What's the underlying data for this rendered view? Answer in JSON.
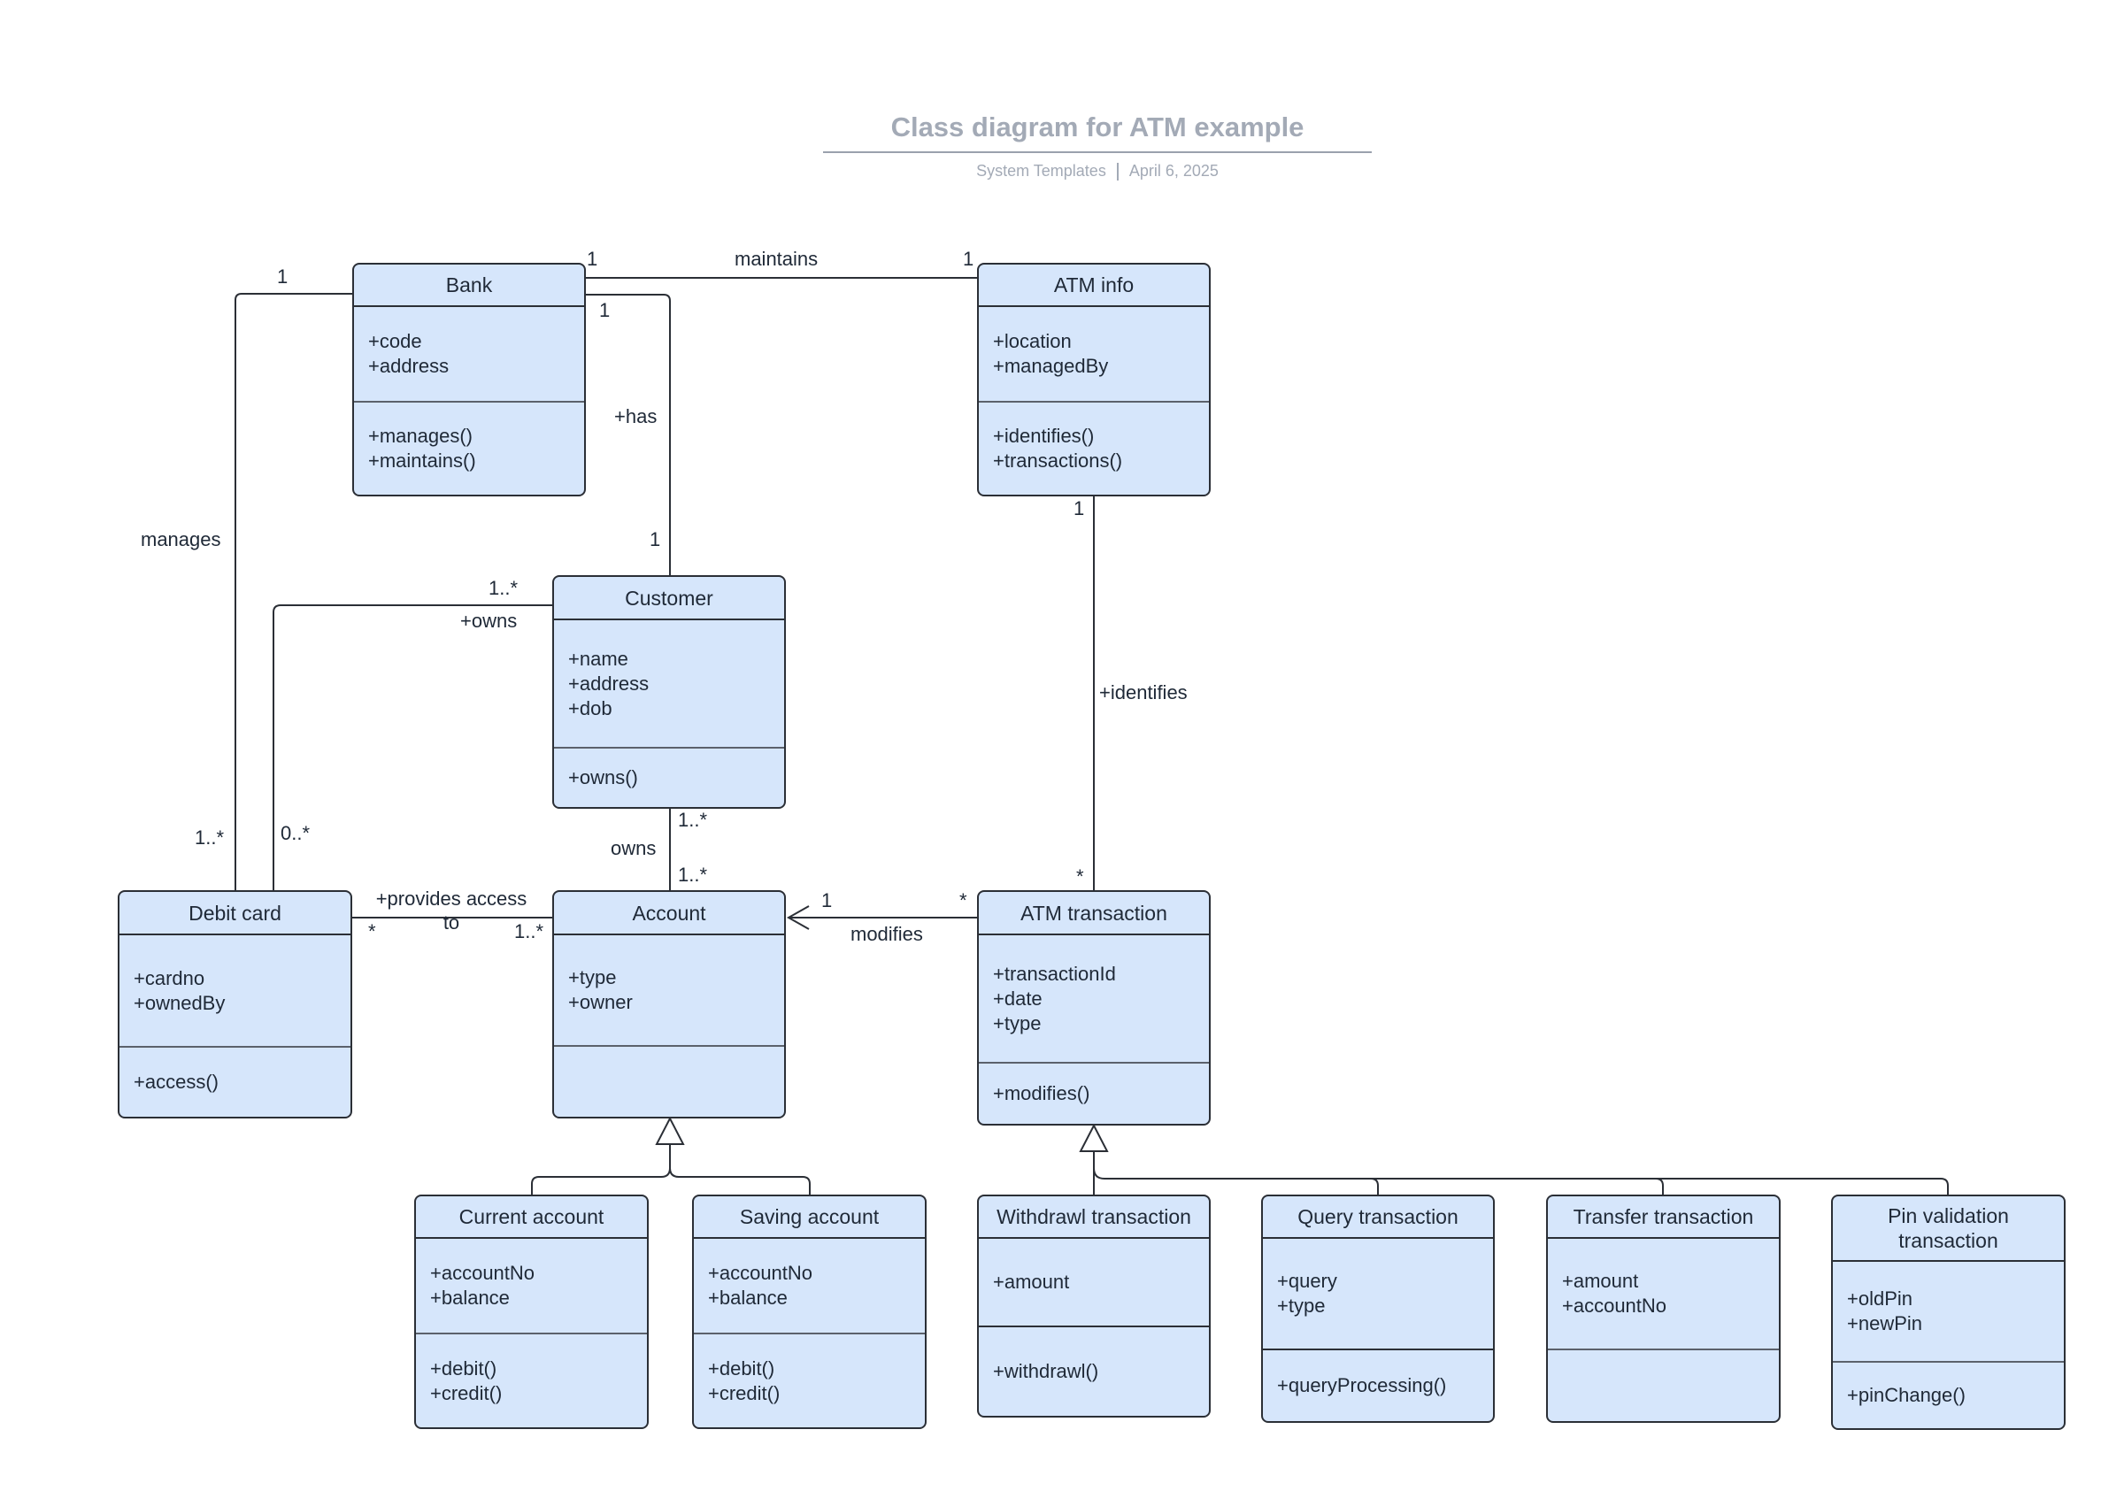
{
  "header": {
    "title": "Class diagram for ATM example",
    "source": "System Templates",
    "date": "April 6, 2025"
  },
  "colors": {
    "class_fill": "#d6e6fb",
    "border": "#2b2f36",
    "title": "#a3aab6"
  },
  "classes": {
    "bank": {
      "name": "Bank",
      "attributes": [
        "+code",
        "+address"
      ],
      "operations": [
        "+manages()",
        "+maintains()"
      ]
    },
    "atm_info": {
      "name": "ATM info",
      "attributes": [
        "+location",
        "+managedBy"
      ],
      "operations": [
        "+identifies()",
        "+transactions()"
      ]
    },
    "customer": {
      "name": "Customer",
      "attributes": [
        "+name",
        "+address",
        "+dob"
      ],
      "operations": [
        "+owns()"
      ]
    },
    "debit_card": {
      "name": "Debit card",
      "attributes": [
        "+cardno",
        "+ownedBy"
      ],
      "operations": [
        "+access()"
      ]
    },
    "account": {
      "name": "Account",
      "attributes": [
        "+type",
        "+owner"
      ],
      "operations": []
    },
    "atm_transaction": {
      "name": "ATM transaction",
      "attributes": [
        "+transactionId",
        "+date",
        "+type"
      ],
      "operations": [
        "+modifies()"
      ]
    },
    "current_account": {
      "name": "Current account",
      "attributes": [
        "+accountNo",
        "+balance"
      ],
      "operations": [
        "+debit()",
        "+credit()"
      ]
    },
    "saving_account": {
      "name": "Saving account",
      "attributes": [
        "+accountNo",
        "+balance"
      ],
      "operations": [
        "+debit()",
        "+credit()"
      ]
    },
    "withdrawl_transaction": {
      "name": "Withdrawl transaction",
      "attributes": [
        "+amount"
      ],
      "operations": [
        "+withdrawl()"
      ]
    },
    "query_transaction": {
      "name": "Query transaction",
      "attributes": [
        "+query",
        "+type"
      ],
      "operations": [
        "+queryProcessing()"
      ]
    },
    "transfer_transaction": {
      "name": "Transfer transaction",
      "attributes": [
        "+amount",
        "+accountNo"
      ],
      "operations": []
    },
    "pin_validation_transaction": {
      "name": "Pin validation transaction",
      "attributes": [
        "+oldPin",
        "+newPin"
      ],
      "operations": [
        "+pinChange()"
      ]
    }
  },
  "relationships": {
    "maintains": {
      "label": "maintains",
      "from_mult": "1",
      "to_mult": "1"
    },
    "has": {
      "label": "+has",
      "from_mult": "1",
      "to_mult": "1"
    },
    "manages": {
      "label": "manages",
      "from_mult": "1",
      "to_mult": "1..*"
    },
    "customer_owns_card": {
      "label": "+owns",
      "from_mult": "1..*",
      "to_mult": "0..*"
    },
    "owns": {
      "label": "owns",
      "from_mult": "1..*",
      "to_mult": "1..*"
    },
    "identifies": {
      "label": "+identifies",
      "from_mult": "1",
      "to_mult": "*"
    },
    "provides_access": {
      "label": "+provides access",
      "label_line2": "to",
      "from_mult": "*",
      "to_mult": "1..*"
    },
    "modifies": {
      "label": "modifies",
      "from_mult": "1",
      "to_mult": "*"
    }
  }
}
